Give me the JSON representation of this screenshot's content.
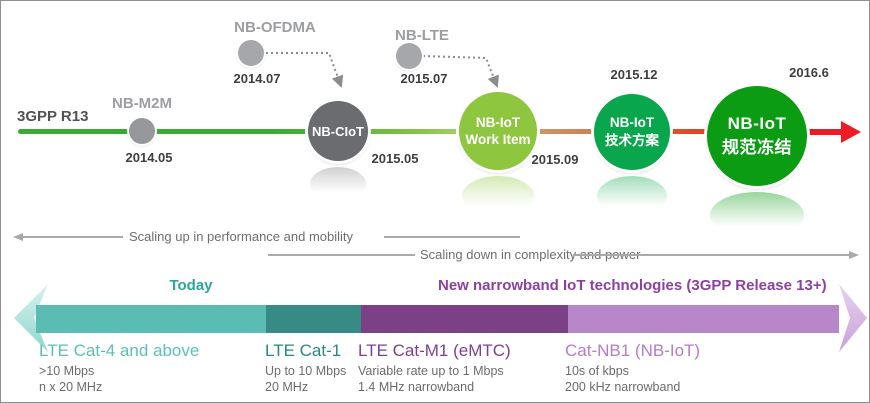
{
  "colors": {
    "timeline_green": "#3aaa35",
    "timeline_tan": "#c89b6a",
    "timeline_red": "#ed1c24",
    "circle_gray": "#6b6c6f",
    "circle_light_green": "#8ec63f",
    "circle_green": "#0aa64e",
    "circle_dark_green": "#0c9c13",
    "bar_teal": "#5bbcb4",
    "bar_dark_teal": "#388b84",
    "bar_purple": "#7b4086",
    "bar_light_purple": "#b787c9"
  },
  "timeline": {
    "era_label": "3GPP R13",
    "milestones": [
      {
        "id": "nb-m2m",
        "label": "NB-M2M",
        "date": "2014.05"
      },
      {
        "id": "nb-ofdma",
        "label": "NB-OFDMA",
        "date": "2014.07"
      },
      {
        "id": "nb-ciot",
        "circle_label": "NB-CIoT",
        "date": "2015.05"
      },
      {
        "id": "nb-lte",
        "label": "NB-LTE",
        "date": "2015.07"
      },
      {
        "id": "nb-iot-work-item",
        "circle_line1": "NB-IoT",
        "circle_line2": "Work Item",
        "date": "2015.09"
      },
      {
        "id": "nb-iot-tech-plan",
        "circle_line1": "NB-IoT",
        "circle_line2": "技术方案",
        "date": "2015.12"
      },
      {
        "id": "nb-iot-spec-freeze",
        "circle_line1": "NB-IoT",
        "circle_line2": "规范冻结",
        "date": "2016.6"
      }
    ]
  },
  "scaling": {
    "up_label": "Scaling up in performance and mobility",
    "down_label": "Scaling down in complexity and power"
  },
  "bar": {
    "today_label": "Today",
    "new_tech_label": "New narrowband IoT technologies (3GPP Release 13+)",
    "segments": [
      {
        "name": "LTE Cat-4 and above",
        "spec1": ">10 Mbps",
        "spec2": "n x 20 MHz"
      },
      {
        "name": "LTE Cat-1",
        "spec1": "Up to 10 Mbps",
        "spec2": "20 MHz"
      },
      {
        "name": "LTE Cat-M1 (eMTC)",
        "spec1": "Variable rate up to 1 Mbps",
        "spec2": "1.4 MHz narrowband"
      },
      {
        "name": "Cat-NB1 (NB-IoT)",
        "spec1": "10s of kbps",
        "spec2": "200 kHz narrowband"
      }
    ]
  }
}
